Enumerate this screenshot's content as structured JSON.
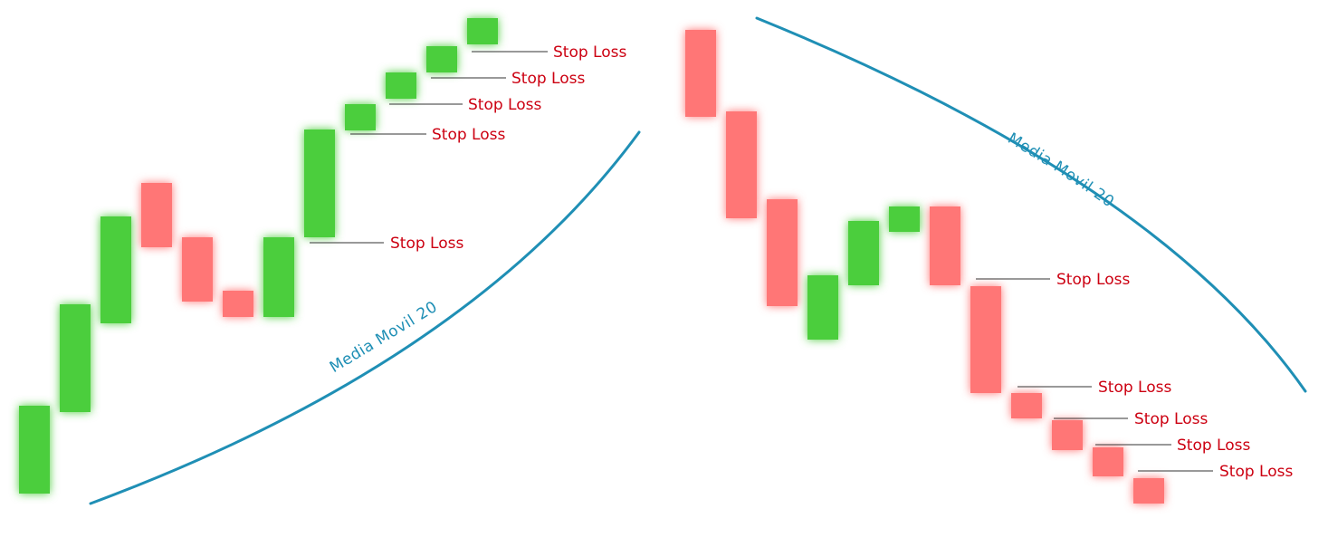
{
  "colors": {
    "bull": "#4cce3d",
    "bear": "#ff7676",
    "moving_average": "#1f8fb5",
    "stop_loss_text": "#cc0011",
    "stop_loss_line": "#333333"
  },
  "labels": {
    "stop_loss": "Stop Loss",
    "moving_average": "Media Movil 20"
  },
  "panels": [
    {
      "trend": "uptrend",
      "candles": [
        {
          "dir": "bull",
          "stop_loss": false
        },
        {
          "dir": "bull",
          "stop_loss": false
        },
        {
          "dir": "bull",
          "stop_loss": false
        },
        {
          "dir": "bear",
          "stop_loss": false
        },
        {
          "dir": "bear",
          "stop_loss": false
        },
        {
          "dir": "bear",
          "stop_loss": false
        },
        {
          "dir": "bull",
          "stop_loss": false
        },
        {
          "dir": "bull",
          "stop_loss": true
        },
        {
          "dir": "bull",
          "stop_loss": true
        },
        {
          "dir": "bull",
          "stop_loss": true
        },
        {
          "dir": "bull",
          "stop_loss": true
        },
        {
          "dir": "bull",
          "stop_loss": true
        }
      ]
    },
    {
      "trend": "downtrend",
      "candles": [
        {
          "dir": "bear",
          "stop_loss": false
        },
        {
          "dir": "bear",
          "stop_loss": false
        },
        {
          "dir": "bear",
          "stop_loss": false
        },
        {
          "dir": "bull",
          "stop_loss": false
        },
        {
          "dir": "bull",
          "stop_loss": false
        },
        {
          "dir": "bull",
          "stop_loss": false
        },
        {
          "dir": "bear",
          "stop_loss": true
        },
        {
          "dir": "bear",
          "stop_loss": true
        },
        {
          "dir": "bear",
          "stop_loss": true
        },
        {
          "dir": "bear",
          "stop_loss": true
        },
        {
          "dir": "bear",
          "stop_loss": true
        },
        {
          "dir": "bear",
          "stop_loss": true
        }
      ]
    }
  ]
}
